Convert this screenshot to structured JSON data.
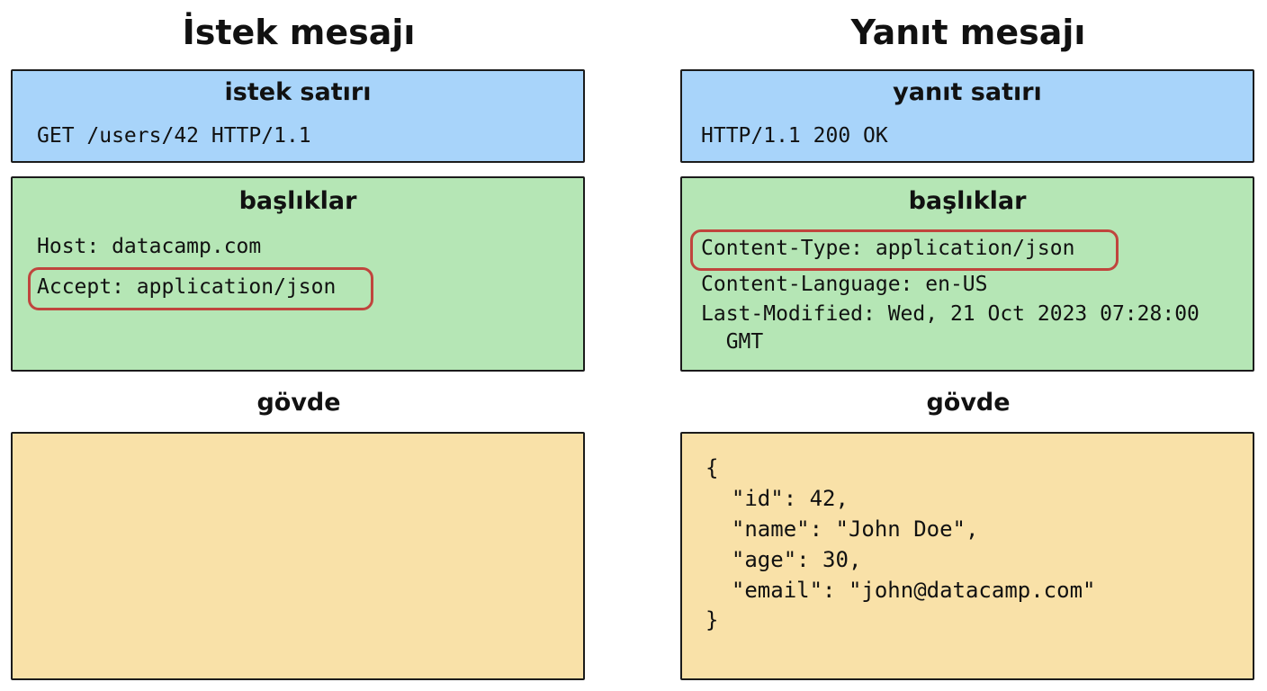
{
  "request": {
    "title": "İstek mesajı",
    "line_label": "istek satırı",
    "line": "GET /users/42 HTTP/1.1",
    "headers_label": "başlıklar",
    "headers": [
      "Host: datacamp.com",
      "Accept: application/json"
    ],
    "body_label": "gövde"
  },
  "response": {
    "title": "Yanıt mesajı",
    "line_label": "yanıt satırı",
    "line": "HTTP/1.1 200 OK",
    "headers_label": "başlıklar",
    "headers": [
      "Content-Type: application/json",
      "Content-Language: en-US",
      "Last-Modified: Wed, 21 Oct 2023 07:28:00",
      "  GMT"
    ],
    "body_label": "gövde",
    "body_lines": [
      "{",
      "  \"id\": 42,",
      "  \"name\": \"John Doe\",",
      "  \"age\": 30,",
      "  \"email\": \"john@datacamp.com\"",
      "}"
    ]
  }
}
